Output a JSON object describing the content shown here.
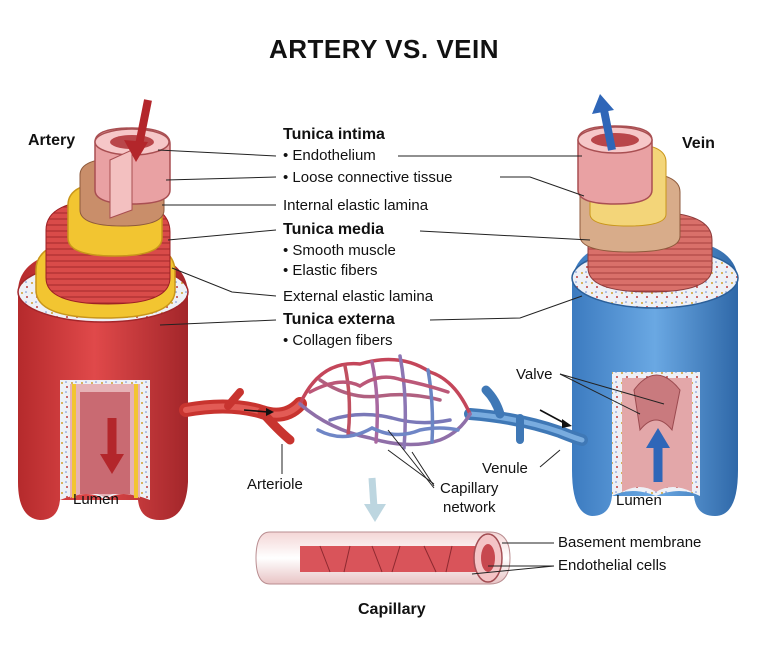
{
  "title": "ARTERY VS. VEIN",
  "artery": {
    "label": "Artery",
    "lumen_label": "Lumen"
  },
  "vein": {
    "label": "Vein",
    "lumen_label": "Lumen"
  },
  "layers": {
    "tunica_intima": "Tunica intima",
    "endothelium": "• Endothelium",
    "loose_connective": "• Loose connective tissue",
    "internal_elastic": "Internal elastic lamina",
    "tunica_media": "Tunica media",
    "smooth_muscle": "• Smooth muscle",
    "elastic_fibers": "• Elastic fibers",
    "external_elastic": "External elastic lamina",
    "tunica_externa": "Tunica externa",
    "collagen_fibers": "• Collagen fibers"
  },
  "labels": {
    "arteriole": "Arteriole",
    "capillary_network_1": "Capillary",
    "capillary_network_2": "network",
    "venule": "Venule",
    "valve": "Valve",
    "capillary": "Capillary",
    "basement_membrane": "Basement membrane",
    "endothelial_cells": "Endothelial cells"
  },
  "colors": {
    "artery_red": "#d2393a",
    "artery_dark": "#9c1f24",
    "vein_blue": "#4f8fd1",
    "vein_dark": "#2b5f99",
    "flow_arrow_red": "#b3262b",
    "flow_arrow_blue": "#2f66b8",
    "elastic_yellow": "#f2c531",
    "connective_tan": "#c98e6a",
    "intima_pink": "#e9a1a3"
  }
}
